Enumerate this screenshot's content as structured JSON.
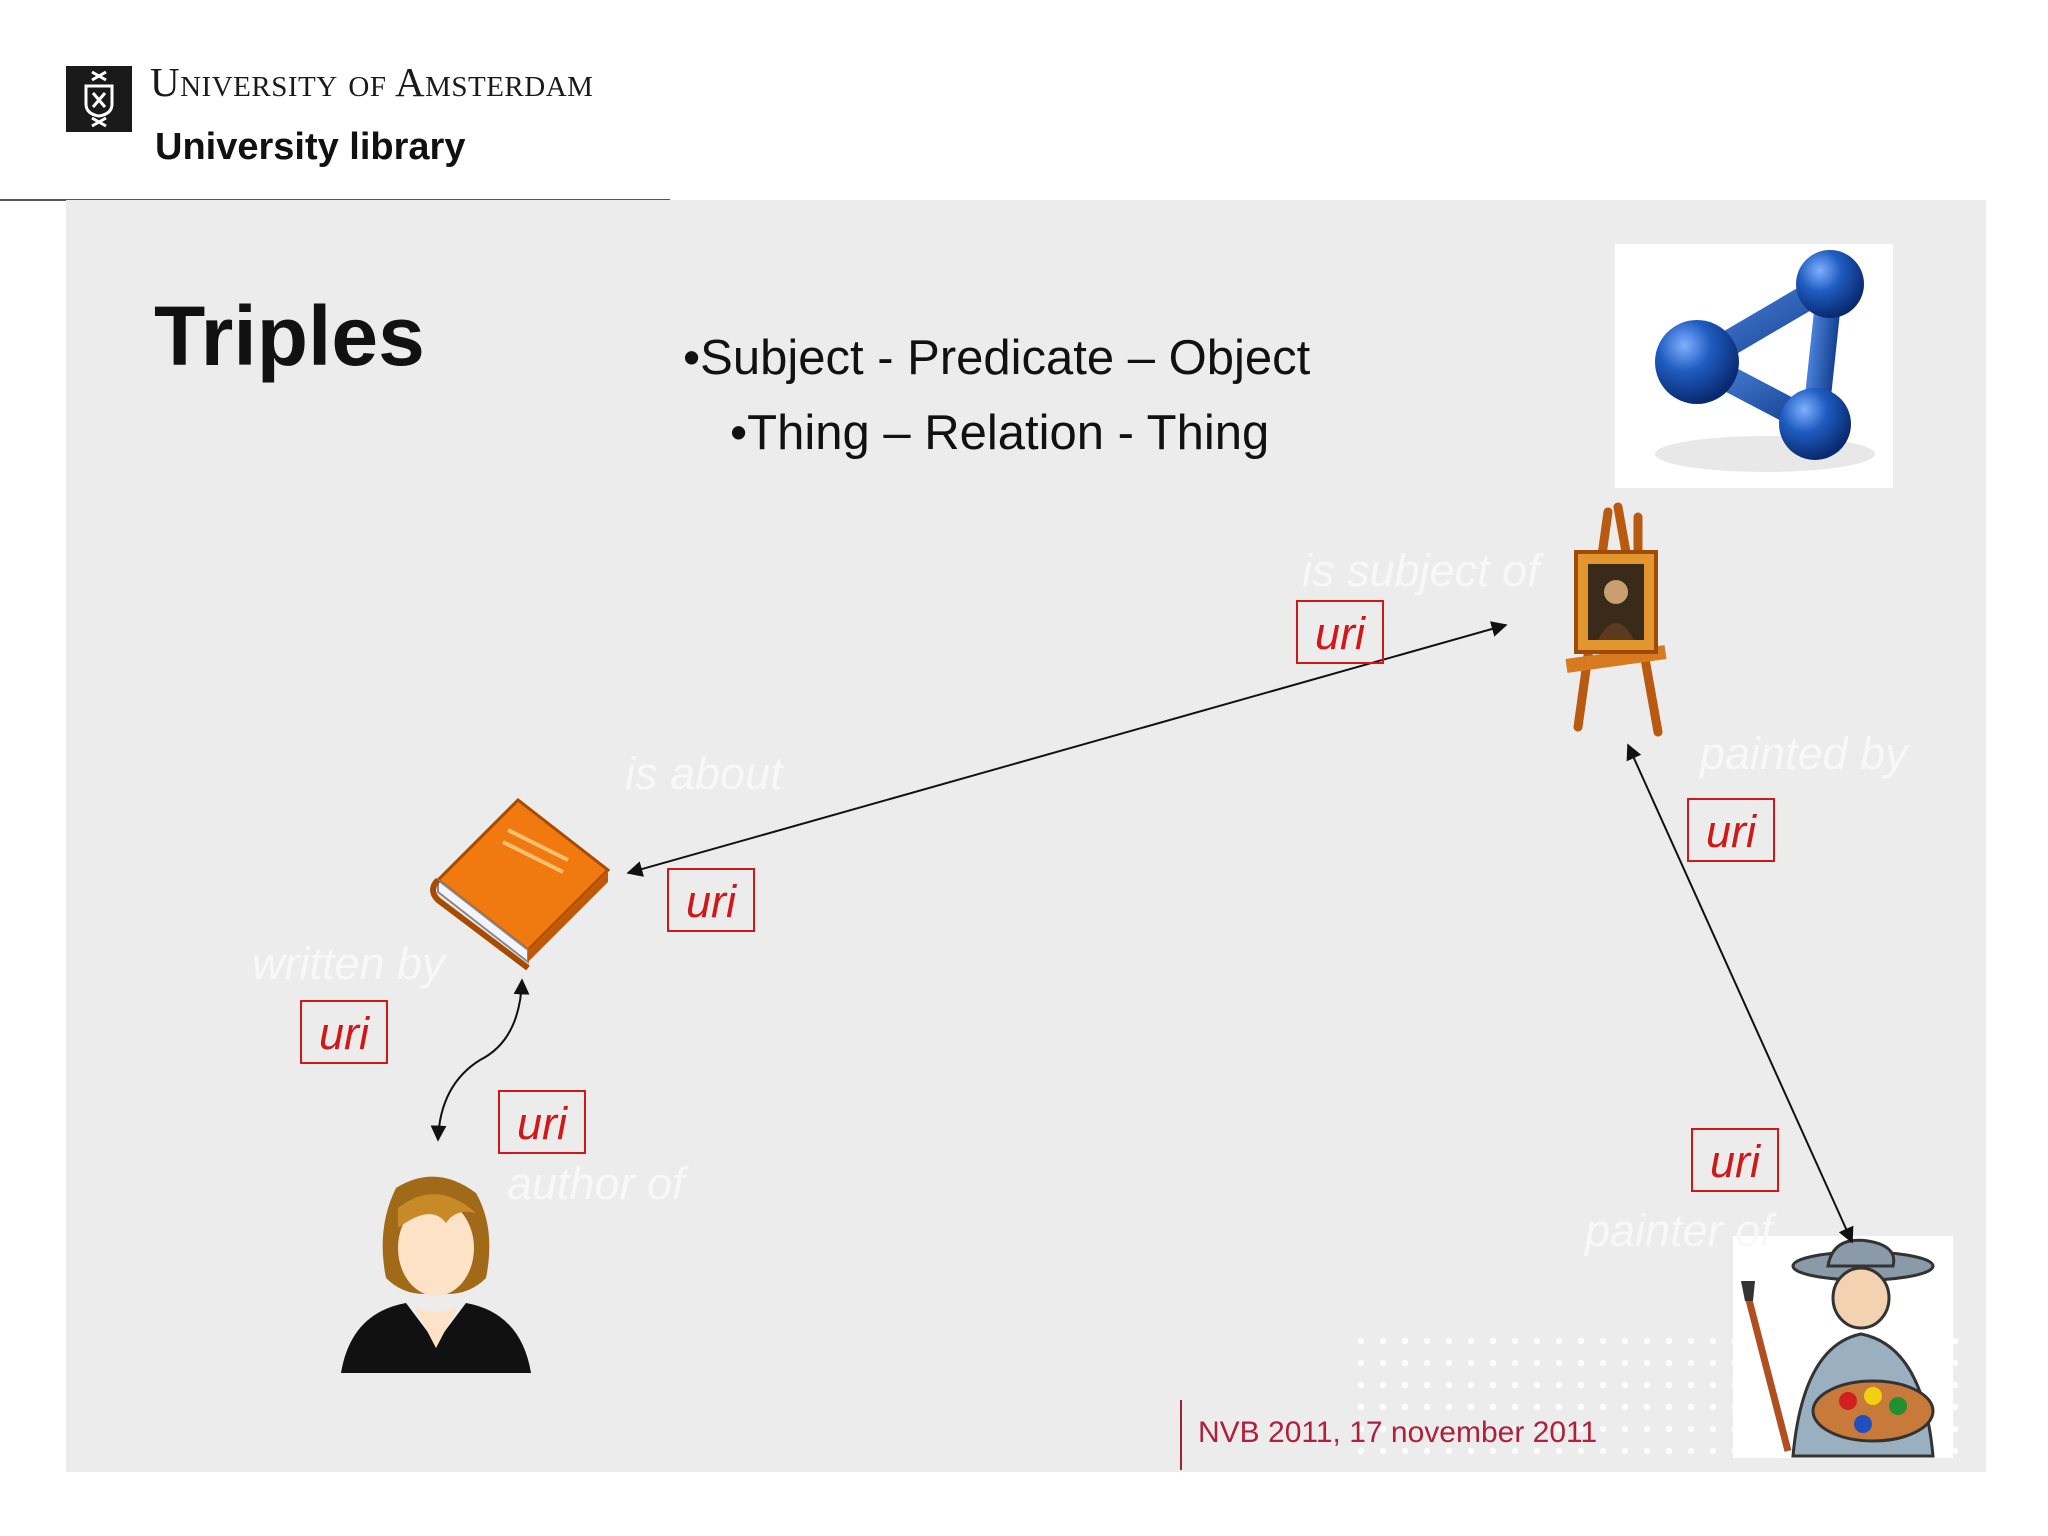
{
  "header": {
    "university": "University of Amsterdam",
    "library": "University library"
  },
  "slide": {
    "title": "Triples",
    "bullets": [
      "•Subject - Predicate – Object",
      "•Thing – Relation - Thing"
    ],
    "relations": {
      "is_subject_of": "is subject of",
      "is_about": "is about",
      "painted_by": "painted by",
      "written_by": "written by",
      "author_of": "author of",
      "painter_of": "painter of"
    },
    "uri_label": "uri",
    "footer": "NVB 2011, 17 november 2011"
  },
  "colors": {
    "uri_red": "#d01818",
    "molecule_blue": "#1f5cc0",
    "book_orange": "#f07a10",
    "footer_red": "#b0203a"
  },
  "icons": [
    "uva-logo-icon",
    "rdf-molecule-icon",
    "easel-painting-icon",
    "book-icon",
    "person-icon",
    "painter-icon"
  ]
}
